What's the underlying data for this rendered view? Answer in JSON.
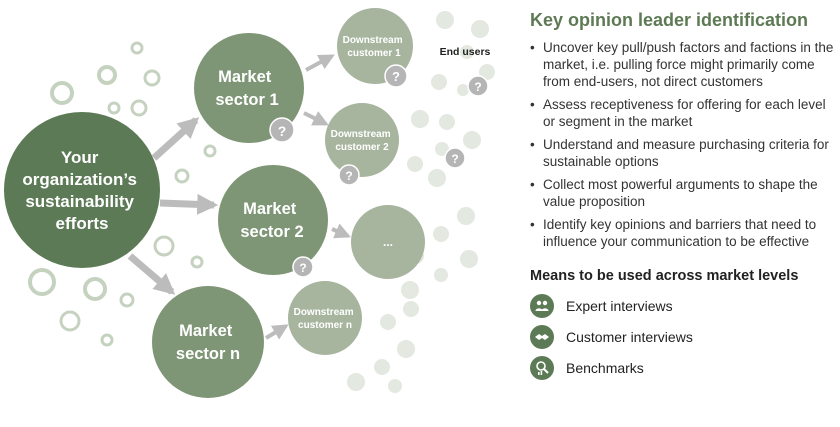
{
  "diagram": {
    "center": {
      "lines": [
        "Your",
        "organization’s",
        "sustainability",
        "efforts"
      ]
    },
    "sectors": [
      {
        "lines": [
          "Market",
          "sector 1"
        ]
      },
      {
        "lines": [
          "Market",
          "sector 2"
        ]
      },
      {
        "lines": [
          "Market",
          "sector n"
        ]
      }
    ],
    "downstream": [
      {
        "lines": [
          "Downstream",
          "customer 1"
        ]
      },
      {
        "lines": [
          "Downstream",
          "customer 2"
        ]
      },
      {
        "lines": [
          "..."
        ]
      },
      {
        "lines": [
          "Downstream",
          "customer n"
        ]
      }
    ],
    "end_users_label": "End users",
    "question_mark": "?"
  },
  "panel": {
    "title": "Key opinion leader identification",
    "bullets": [
      "Uncover key pull/push factors and factions in the market, i.e. pulling force might primarily come from end-users, not direct customers",
      "Assess receptiveness for offering for each level or segment in the market",
      "Understand and measure purchasing criteria for sustainable options",
      "Collect most powerful arguments to shape the value proposition",
      "Identify key opinions and barriers that need to influence your communication to be effective"
    ],
    "means_title": "Means to be used across market levels",
    "means": [
      {
        "label": "Expert interviews",
        "icon": "expert-interviews-icon"
      },
      {
        "label": "Customer interviews",
        "icon": "customer-interviews-icon"
      },
      {
        "label": "Benchmarks",
        "icon": "benchmarks-icon"
      }
    ]
  },
  "colors": {
    "center": "#5c7a55",
    "sector": "#7e9676",
    "downstream": "#a7b59f",
    "question": "#b5b5b5",
    "arrow": "#bcbcbc",
    "title": "#5e7a55"
  }
}
